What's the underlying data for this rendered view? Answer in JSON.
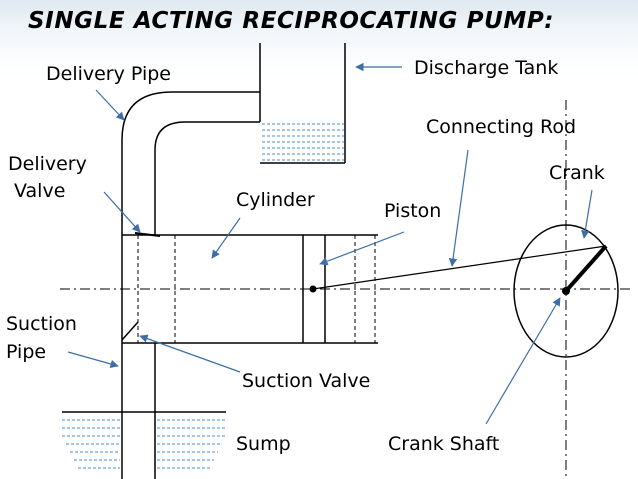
{
  "title": "SINGLE ACTING RECIPROCATING PUMP:",
  "labels": {
    "delivery_pipe": "Delivery Pipe",
    "discharge_tank": "Discharge Tank",
    "connecting_rod": "Connecting Rod",
    "delivery_valve_line1": "Delivery",
    "delivery_valve_line2": "Valve",
    "crank": "Crank",
    "cylinder": "Cylinder",
    "piston": "Piston",
    "suction_pipe_line1": "Suction",
    "suction_pipe_line2": "Pipe",
    "suction_valve": "Suction Valve",
    "sump": "Sump",
    "crank_shaft": "Crank Shaft"
  },
  "colors": {
    "outline": "#000000",
    "water": "#4a90c8",
    "leader": "#3c6ea8",
    "title_band": "#dfe9f1"
  }
}
